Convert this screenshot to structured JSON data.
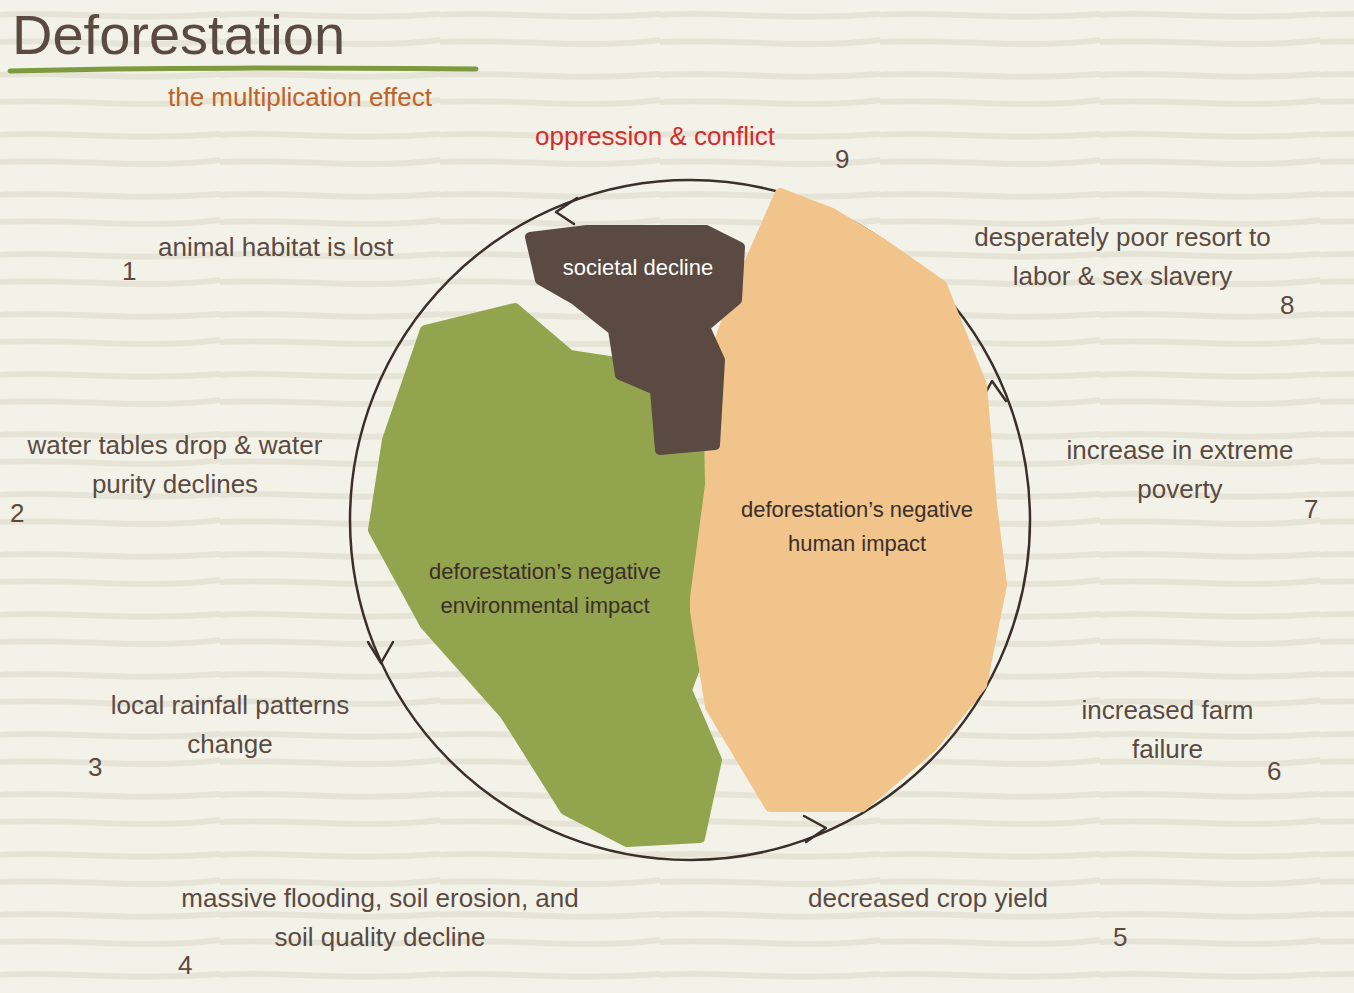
{
  "diagram": {
    "title": "Deforestation",
    "nodes": [
      {
        "text": [
          "societal decline"
        ]
      },
      {
        "text": [
          "deforestation’s negative environmental impact"
        ]
      },
      {
        "text": [
          "deforestation’s negative human impact"
        ]
      }
    ],
    "labels": [
      "the multiplication effect",
      "oppression & conflict",
      "9",
      "animal habitat is lost",
      "1",
      "water tables drop & water purity declines",
      "2",
      "local rainfall patterns change",
      "3",
      "massive flooding, soil erosion, and soil quality decline",
      "4",
      "decreased crop yield",
      "5",
      "increased farm failure",
      "6",
      "increase in extreme poverty",
      "7",
      "desperately poor resort to labor & sex slavery",
      "8"
    ]
  }
}
